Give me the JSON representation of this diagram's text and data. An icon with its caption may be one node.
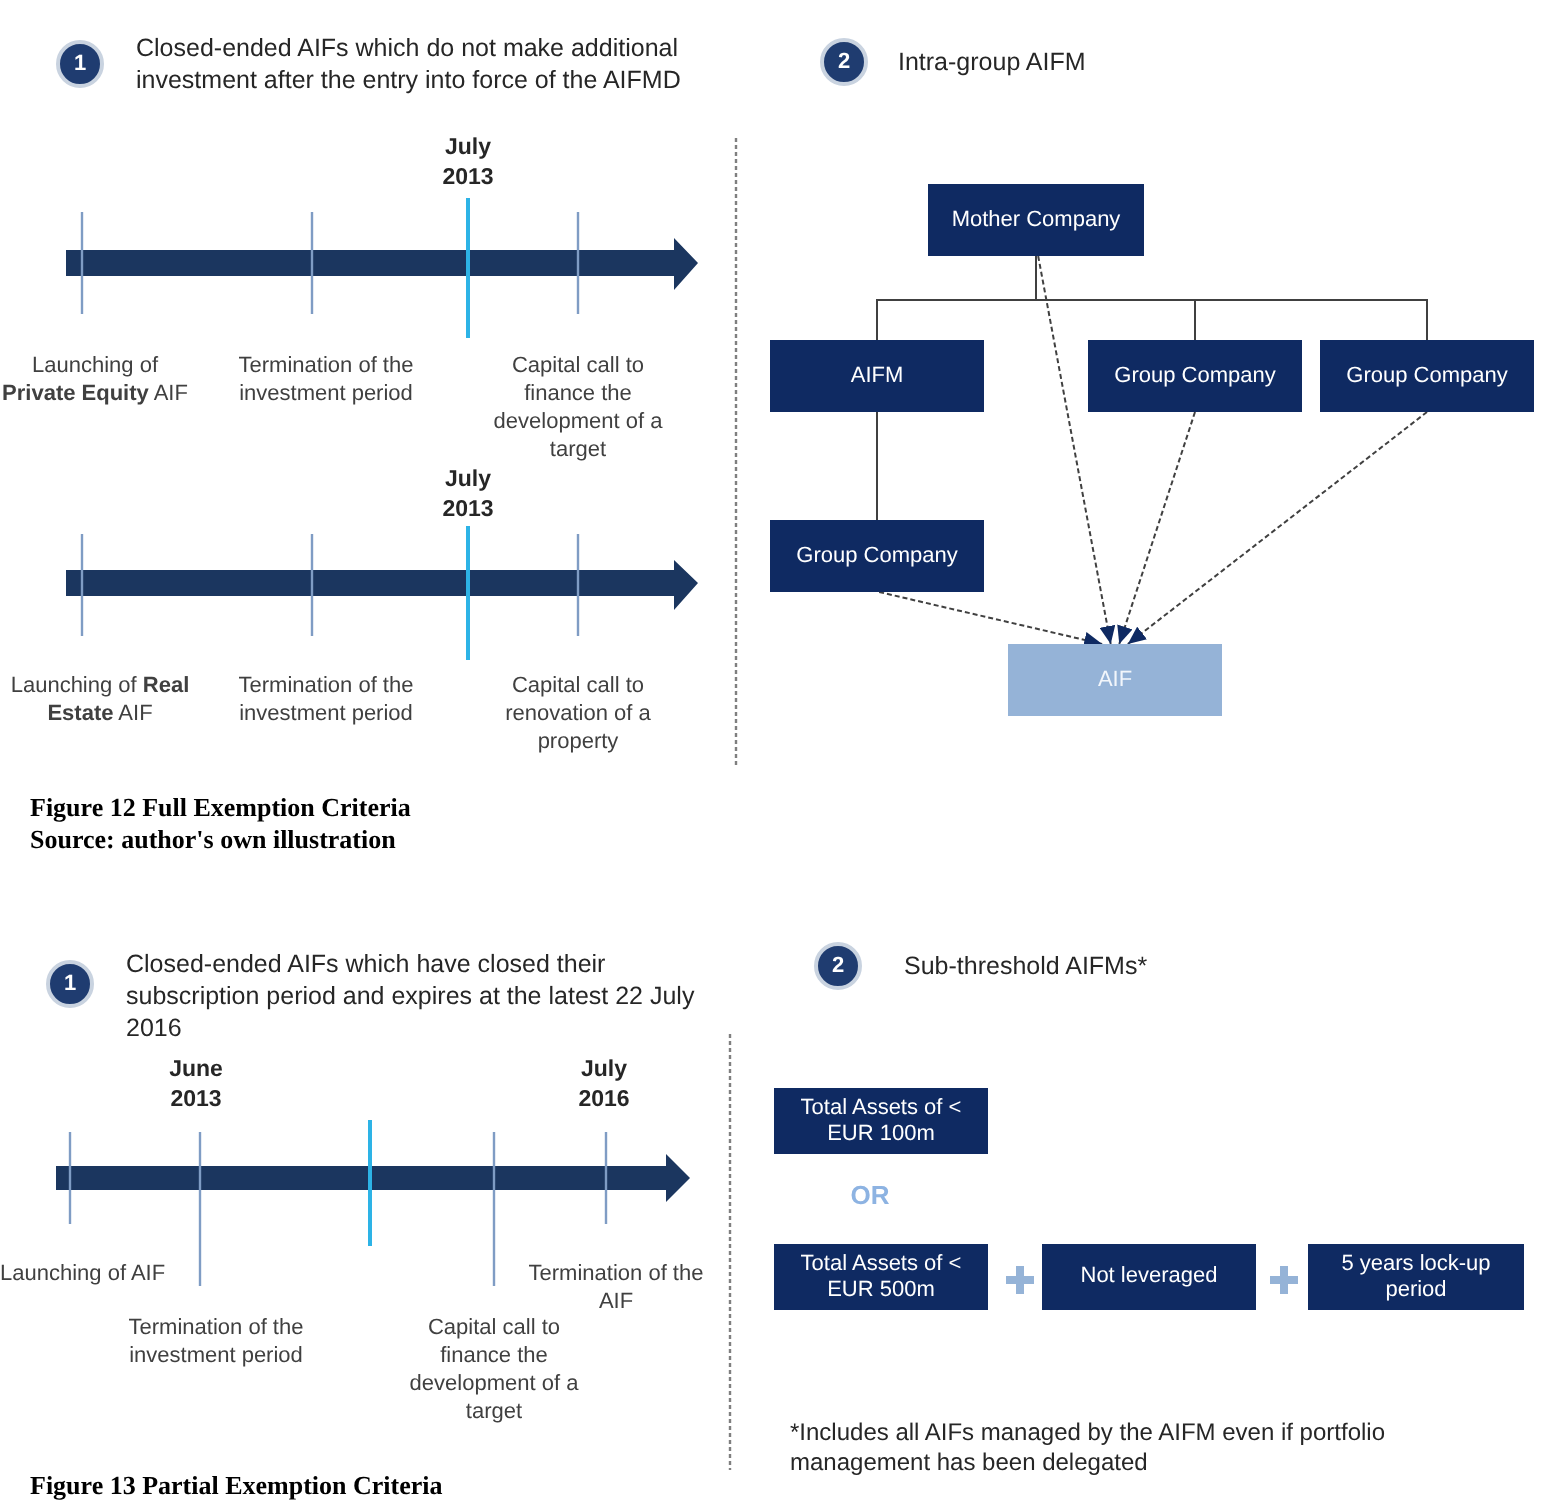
{
  "diagram": {
    "nodes": [
      {
        "text": [
          "1"
        ],
        "beside": [
          "Closed-ended AIFs which do not make additional investment after the entry into force of the AIFMD"
        ]
      },
      {
        "text": [
          "2"
        ],
        "beside": [
          "Intra-group AIFM"
        ]
      },
      {
        "text": [
          "Mother Company"
        ]
      },
      {
        "text": [
          "AIFM"
        ]
      },
      {
        "text": [
          "Group Company"
        ]
      },
      {
        "text": [
          "Group Company"
        ]
      },
      {
        "text": [
          "Group Company"
        ]
      },
      {
        "text": [
          "AIF"
        ]
      },
      {
        "text": [
          "1"
        ],
        "beside": [
          "Closed-ended AIFs which have closed their subscription period and expires at the latest 22 July 2016"
        ]
      },
      {
        "text": [
          "2"
        ],
        "beside": [
          "Sub-threshold AIFMs*"
        ]
      },
      {
        "text": [
          "Total Assets of < EUR 100m"
        ]
      },
      {
        "text": [
          "Total Assets of < EUR 500m"
        ]
      },
      {
        "text": [
          "Not leveraged"
        ]
      },
      {
        "text": [
          "5 years lock-up period"
        ]
      }
    ],
    "edges": [
      {
        "from": 2,
        "to": 3,
        "arrow": "none"
      },
      {
        "from": 2,
        "to": 4,
        "arrow": "none"
      },
      {
        "from": 2,
        "to": 5,
        "arrow": "none"
      },
      {
        "from": 3,
        "to": 6,
        "arrow": "none"
      },
      {
        "from": 2,
        "to": 7,
        "arrow": "to",
        "style": "dashed"
      },
      {
        "from": 6,
        "to": 7,
        "arrow": "to",
        "style": "dashed"
      },
      {
        "from": 4,
        "to": 7,
        "arrow": "to",
        "style": "dashed"
      },
      {
        "from": 5,
        "to": 7,
        "arrow": "to",
        "style": "dashed"
      }
    ],
    "labels": [
      "July 2013",
      "Launching of **Private Equity** AIF",
      "Termination of the investment period",
      "Capital call to finance the development of a target",
      "July 2013",
      "Launching of **Real Estate** AIF",
      "Termination of the investment period",
      "Capital call to renovation of a property",
      "Figure 12 Full Exemption Criteria",
      "Source: author's own illustration",
      "June 2013",
      "July 2016",
      "Launching of AIF",
      "Termination of the AIF",
      "Termination of the investment period",
      "Capital call to finance the development of a target",
      "OR",
      "*Includes all AIFs managed by the AIFM even if portfolio management has been delegated",
      "Figure 13 Partial Exemption Criteria"
    ]
  }
}
